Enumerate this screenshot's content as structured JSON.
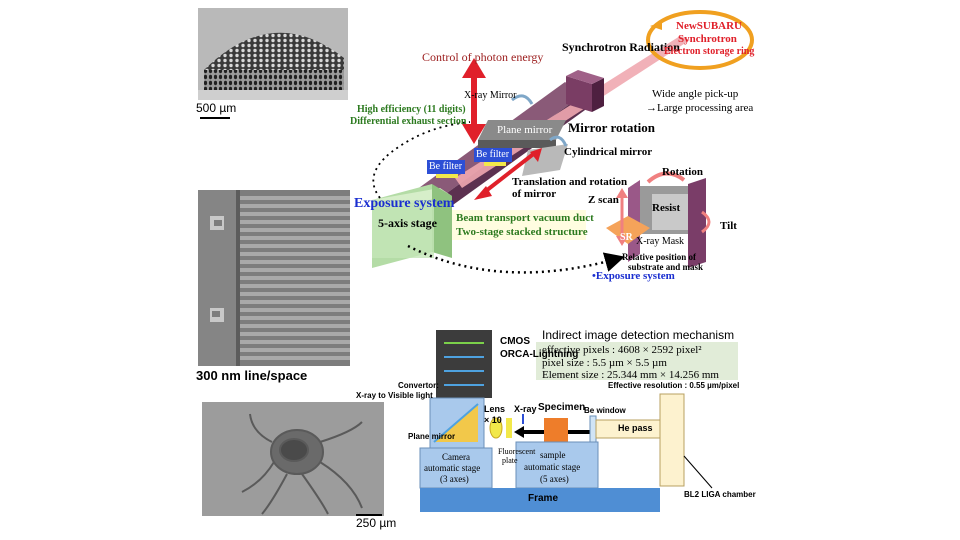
{
  "micrographs": {
    "honeycomb_scale": "500 µm",
    "lines_caption": "300 nm line/space",
    "insect_scale": "250 µm"
  },
  "beamline": {
    "synchrotron_radiation": "Synchrotron  Radiation",
    "ring_line1": "NewSUBARU",
    "ring_line2": "Synchrotron",
    "ring_line3": "Electron storage ring",
    "control_photon": "Control of photon energy",
    "xray_mirror": "X-ray Mirror",
    "wide_angle_1": "Wide angle pick-up",
    "wide_angle_2": "→Large processing area",
    "high_eff_1": "High efficiency (11 digits)",
    "high_eff_2": "Differential exhaust section",
    "plane_mirror": "Plane mirror",
    "mirror_rotation": "Mirror rotation",
    "cylindrical_mirror": "Cylindrical mirror",
    "be_filter_1": "Be filter",
    "be_filter_2": "Be filter",
    "translation_1": "Translation and rotation",
    "translation_2": "of mirror",
    "exposure_system_left": "Exposure system",
    "stage_5axis": "5-axis stage",
    "duct_1": "Beam transport vacuum duct",
    "duct_2": "Two-stage stacked structure",
    "rotation": "Rotation",
    "z_scan": "Z scan",
    "resist": "Resist",
    "tilt": "Tilt",
    "sr": "SR",
    "xray_mask": "X-ray Mask",
    "relative_1": "Relative position of",
    "relative_2": "substrate and mask",
    "exposure_system_right": "•Exposure system"
  },
  "detector": {
    "cmos_1": "CMOS",
    "cmos_2": "ORCA-Lightning",
    "indirect_title": "Indirect image detection mechanism",
    "spec_1": "effective pixels :  4608 × 2592 pixel²",
    "spec_2": "pixel size :   5.5 µm × 5.5 µm",
    "spec_3": "Element size :   25.344 mm × 14.256 mm",
    "effective_res": "Effective resolution : 0.55 µm/pixel",
    "convertor_1": "Convertor:",
    "convertor_2": "X-ray to Visible light",
    "lens_1": "Lens",
    "lens_2": "× 10",
    "specimen": "Specimen",
    "xray": "X-ray",
    "be_window": "Be window",
    "he_pass": "He pass",
    "plane_mirror": "Plane mirror",
    "fluorescent_1": "Fluorescent",
    "fluorescent_2": "plate",
    "camera_1": "Camera",
    "camera_2": "automatic stage",
    "camera_3": "(3 axes)",
    "sample_1": "sample",
    "sample_2": "automatic stage",
    "sample_3": "(5 axes)",
    "frame": "Frame",
    "chamber": "BL2 LIGA chamber"
  },
  "colors": {
    "red": "#e0202a",
    "green_text": "#2c7a1f",
    "blue_text": "#1a2ed0",
    "dark_red": "#9b1c1c",
    "stage_blue": "#a9c9ec",
    "frame_blue": "#4f8ed4",
    "he_cream": "#fdf2cf",
    "orange": "#ee7d2a"
  }
}
